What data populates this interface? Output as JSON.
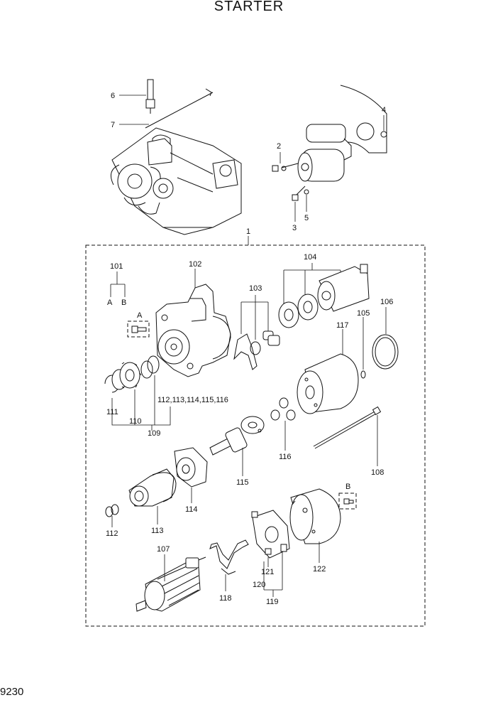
{
  "title": "STARTER",
  "page_number": "9230",
  "labels": {
    "l1": "1",
    "l2": "2",
    "l3": "3",
    "l4": "4",
    "l5": "5",
    "l6": "6",
    "l7": "7",
    "l101": "101",
    "lA": "A",
    "lB": "B",
    "lA2": "A",
    "lB2": "B",
    "l102": "102",
    "l103": "103",
    "l104": "104",
    "l105": "105",
    "l106": "106",
    "l107": "107",
    "l108": "108",
    "l109": "109",
    "l110": "110",
    "l111": "111",
    "l112": "112",
    "l112b": "112,113,114,115,116",
    "l113": "113",
    "l114": "114",
    "l115": "115",
    "l116": "116",
    "l117": "117",
    "l119": "119",
    "l120": "120",
    "l121": "121",
    "l122": "122",
    "l118": "118"
  }
}
